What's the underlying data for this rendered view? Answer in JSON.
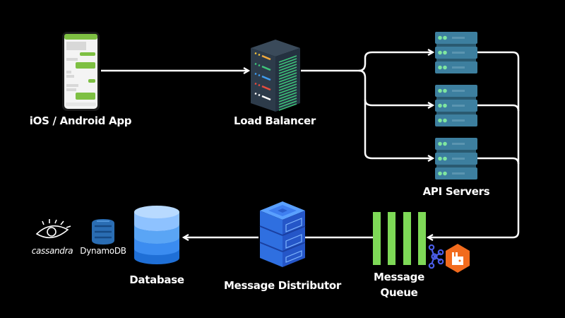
{
  "nodes": {
    "app": {
      "label": "iOS / Android App",
      "icon": "smartphone-chat-icon"
    },
    "load_balancer": {
      "label": "Load Balancer",
      "icon": "server-tower-icon"
    },
    "api_servers": {
      "label": "API Servers",
      "icon": "server-rack-icon",
      "count": 3
    },
    "message_queue": {
      "label_line1": "Message",
      "label_line2": "Queue",
      "icon": "queue-bars-icon"
    },
    "message_distributor": {
      "label": "Message Distributor",
      "icon": "blue-server-stack-icon"
    },
    "database": {
      "label": "Database",
      "icon": "database-cylinder-icon"
    },
    "cassandra": {
      "label": "cassandra",
      "icon": "cassandra-eye-icon"
    },
    "dynamodb": {
      "label": "DynamoDB",
      "icon": "dynamodb-icon"
    },
    "kafka": {
      "icon": "kafka-icon"
    },
    "rabbitmq": {
      "icon": "rabbitmq-icon"
    }
  },
  "colors": {
    "background": "#000000",
    "queue_green": "#7ed957",
    "api_server_blue": "#3d7f9f",
    "database_blue": "#2f86e8",
    "rabbitmq_orange": "#f26b1d",
    "kafka_blue": "#4a5de8"
  }
}
